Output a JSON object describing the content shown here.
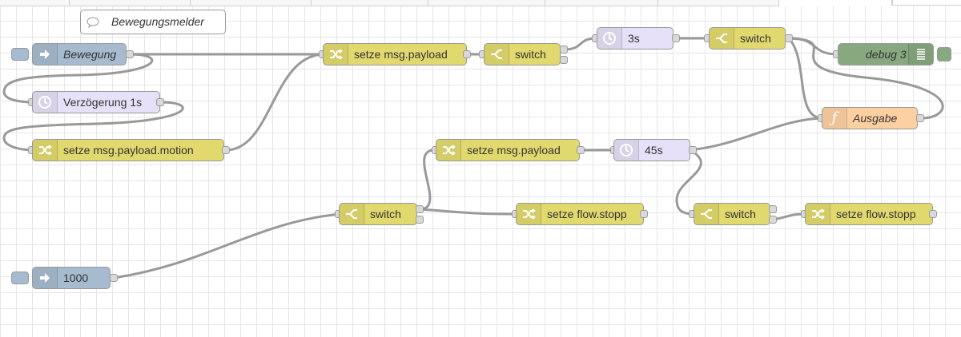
{
  "comment": {
    "text": "Bewegungsmelder",
    "icon": "comment-icon"
  },
  "nodes": {
    "inject_bewegung": {
      "label": "Bewegung",
      "type": "inject",
      "icon": "arrow-right-icon"
    },
    "inject_1000": {
      "label": "1000",
      "type": "inject",
      "icon": "arrow-right-icon"
    },
    "delay_verzoegerung": {
      "label": "Verzögerung 1s",
      "type": "delay",
      "icon": "timer-icon"
    },
    "change_motion": {
      "label": "setze msg.payload.motion",
      "type": "change",
      "icon": "shuffle-icon"
    },
    "change_payload_top": {
      "label": "setze msg.payload",
      "type": "change",
      "icon": "shuffle-icon"
    },
    "switch_top": {
      "label": "switch",
      "type": "switch",
      "icon": "switch-icon"
    },
    "delay_3s": {
      "label": "3s",
      "type": "delay",
      "icon": "timer-icon"
    },
    "switch_top_right": {
      "label": "switch",
      "type": "switch",
      "icon": "switch-icon"
    },
    "debug_3": {
      "label": "debug 3",
      "type": "debug",
      "icon": "list-icon"
    },
    "function_ausgabe": {
      "label": "Ausgabe",
      "type": "function",
      "icon": "function-icon"
    },
    "change_payload_mid": {
      "label": "setze msg.payload",
      "type": "change",
      "icon": "shuffle-icon"
    },
    "delay_45s": {
      "label": "45s",
      "type": "delay",
      "icon": "timer-icon"
    },
    "switch_mid": {
      "label": "switch",
      "type": "switch",
      "icon": "switch-icon"
    },
    "change_flow_stopp_1": {
      "label": "setze flow.stopp",
      "type": "change",
      "icon": "shuffle-icon"
    },
    "switch_bottom_right": {
      "label": "switch",
      "type": "switch",
      "icon": "switch-icon"
    },
    "change_flow_stopp_2": {
      "label": "setze flow.stopp",
      "type": "change",
      "icon": "shuffle-icon"
    }
  },
  "colors": {
    "inject": "#a6bbcf",
    "change": "#e2d96e",
    "delay": "#e6e0f8",
    "debug": "#87a980",
    "function": "#fdd0a2",
    "wire": "#999999"
  }
}
